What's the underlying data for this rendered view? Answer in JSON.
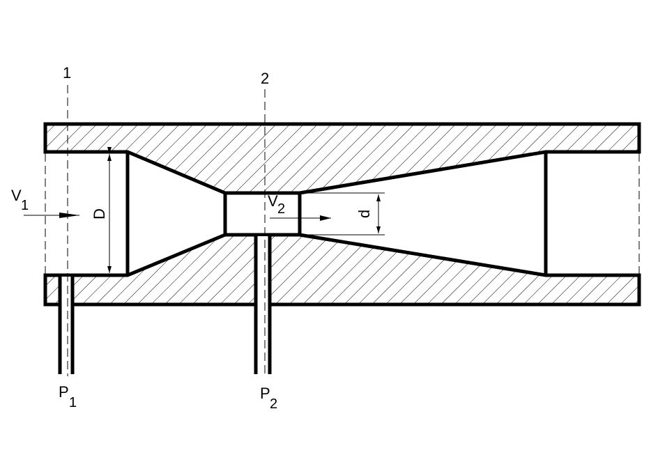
{
  "title": "Venturi meter",
  "labels": {
    "section1": "1",
    "section2": "2",
    "v1": "V",
    "v1_sub": "1",
    "v2": "V",
    "v2_sub": "2",
    "D": "D",
    "d": "d",
    "p1": "P",
    "p1_sub": "1",
    "p2": "P",
    "p2_sub": "2"
  },
  "colors": {
    "line": "#000000",
    "background": "#ffffff"
  }
}
